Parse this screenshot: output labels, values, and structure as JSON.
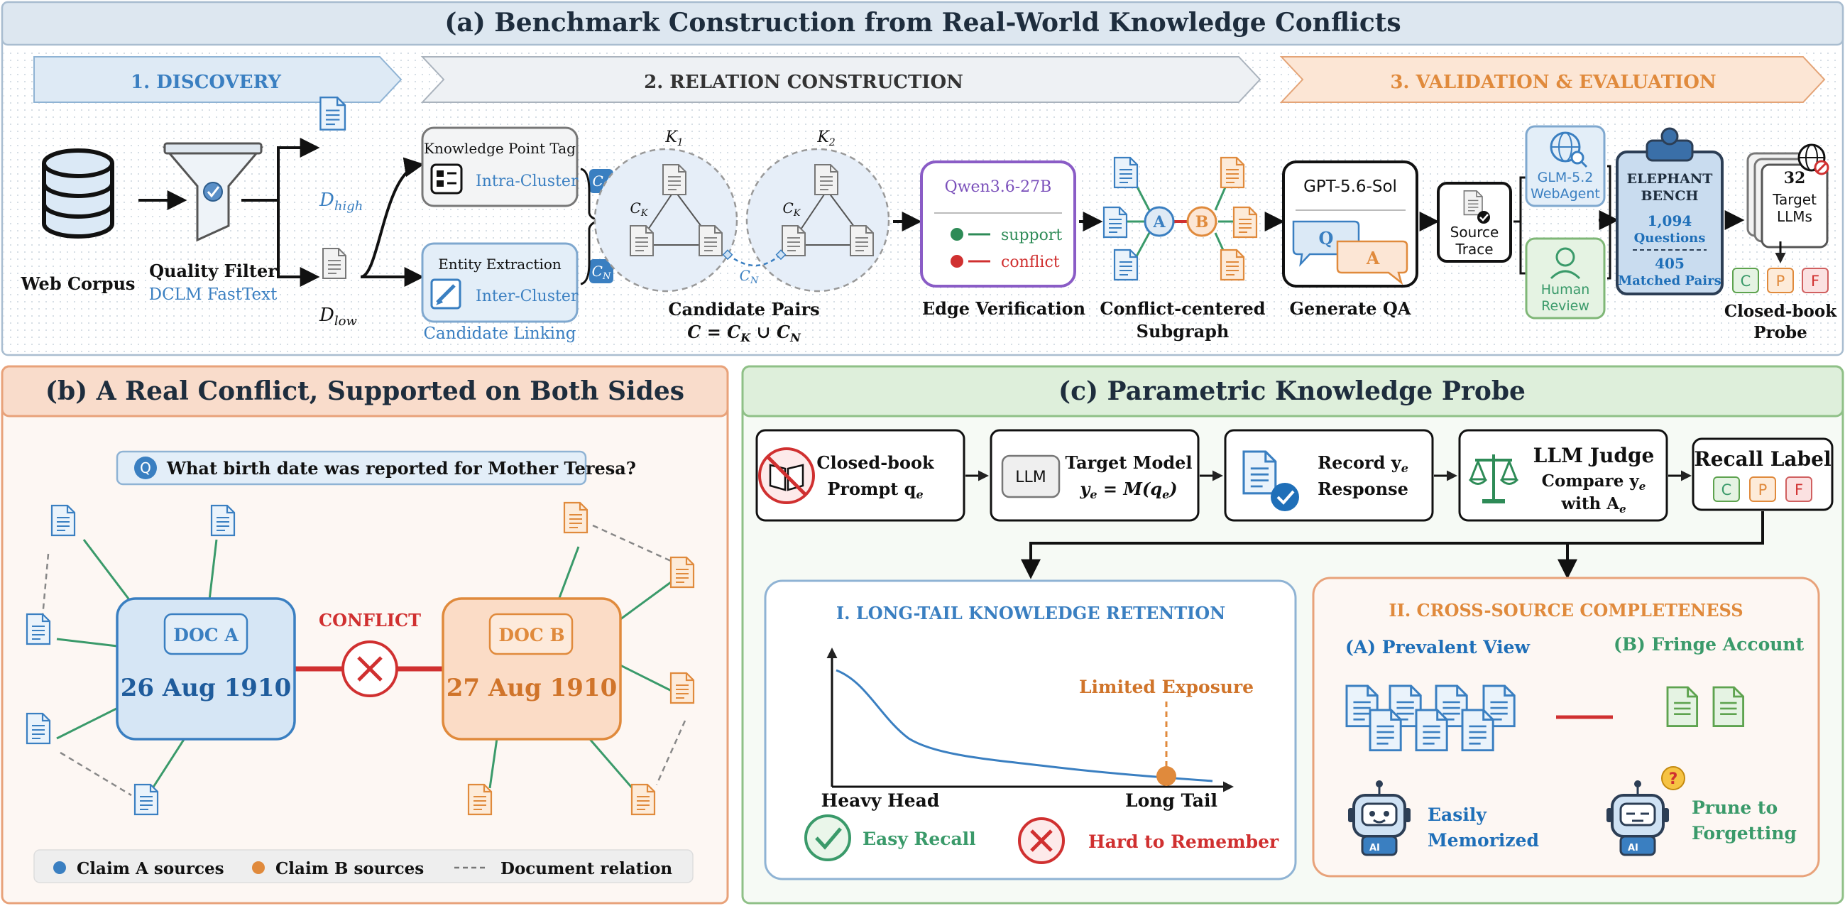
{
  "panel_a": {
    "title": "(a) Benchmark Construction from Real-World Knowledge Conflicts",
    "stage1": "1.  DISCOVERY",
    "stage2": "2. RELATION CONSTRUCTION",
    "stage3": "3. VALIDATION & EVALUATION",
    "web_corpus": "Web Corpus",
    "quality_filter": "Quality Filter",
    "quality_filter_sub": "DCLM FastText",
    "d_high": "D",
    "d_high_sub": "high",
    "d_low": "D",
    "d_low_sub": "low",
    "kp_tag": "Knowledge Point Tag",
    "intra_cluster": "Intra-Cluster",
    "entity_extraction": "Entity Extraction",
    "inter_cluster": "Inter-Cluster",
    "candidate_linking": "Candidate Linking",
    "ck": "C",
    "ck_sub": "K",
    "cn": "C",
    "cn_sub": "N",
    "k1": "K",
    "k1_sub": "1",
    "k2": "K",
    "k2_sub": "2",
    "candidate_pairs": "Candidate Pairs",
    "candidate_formula": "C = C",
    "candidate_formula_mid": " ∪ C",
    "model_edge": "Qwen3.6-27B",
    "support": "support",
    "conflict": "conflict",
    "edge_verification": "Edge Verification",
    "subgraph_line1": "Conflict-centered",
    "subgraph_line2": "Subgraph",
    "node_a": "A",
    "node_b": "B",
    "model_qa": "GPT-5.6-Sol",
    "q": "Q",
    "a": "A",
    "generate_qa": "Generate QA",
    "source_trace_1": "Source",
    "source_trace_2": "Trace",
    "webagent_1": "GLM-5.2",
    "webagent_2": "WebAgent",
    "human_1": "Human",
    "human_2": "Review",
    "bench_1": "ELEPHANT",
    "bench_2": "BENCH",
    "questions_num": "1,094",
    "questions_label": "Questions",
    "pairs_num": "405",
    "pairs_label": "Matched Pairs",
    "llms_num": "32",
    "llms_1": "Target",
    "llms_2": "LLMs",
    "label_c": "C",
    "label_p": "P",
    "label_f": "F",
    "closed_book_1": "Closed-book",
    "closed_book_2": "Probe"
  },
  "panel_b": {
    "title": "(b) A Real Conflict, Supported on Both Sides",
    "question_icon": "Q",
    "question": "What birth date was reported for Mother Teresa?",
    "doc_a": "DOC A",
    "date_a": "26 Aug 1910",
    "doc_b": "DOC B",
    "date_b": "27 Aug 1910",
    "conflict": "CONFLICT",
    "legend_a": "Claim A sources",
    "legend_b": "Claim B sources",
    "legend_rel": "Document relation",
    "color_a": "#3a7fc1",
    "color_b": "#e08a3c"
  },
  "panel_c": {
    "title": "(c) Parametric Knowledge Probe",
    "step1_1": "Closed-book",
    "step1_2": "Prompt q",
    "step1_sub": "e",
    "llm": "LLM",
    "step2_1": "Target Model",
    "step2_2": "y",
    "step2_2b": " = M(q",
    "step2_2c": ")",
    "step3_1": "Record y",
    "step3_2": "Response",
    "step4_1": "LLM Judge",
    "step4_2": "Compare y",
    "step4_3": "with A",
    "step5": "Recall Label",
    "sub_e": "e",
    "retention_title": "I. LONG-TAIL KNOWLEDGE RETENTION",
    "limited_exposure": "Limited Exposure",
    "heavy_head": "Heavy Head",
    "long_tail": "Long Tail",
    "easy_recall": "Easy Recall",
    "hard_remember": "Hard to Remember",
    "completeness_title": "II. CROSS-SOURCE COMPLETENESS",
    "prevalent": "(A) Prevalent View",
    "fringe": "(B) Fringe Account",
    "easily_1": "Easily",
    "easily_2": "Memorized",
    "prune_1": "Prune to",
    "prune_2": "Forgetting",
    "ai": "AI",
    "question_mark": "?"
  },
  "icons": [
    "database-icon",
    "funnel-icon",
    "document-icon",
    "tag-icon",
    "link-icon",
    "globe-search-icon",
    "person-icon",
    "clipboard-icon",
    "no-book-icon",
    "scales-icon",
    "check-icon",
    "cross-icon",
    "robot-icon"
  ]
}
